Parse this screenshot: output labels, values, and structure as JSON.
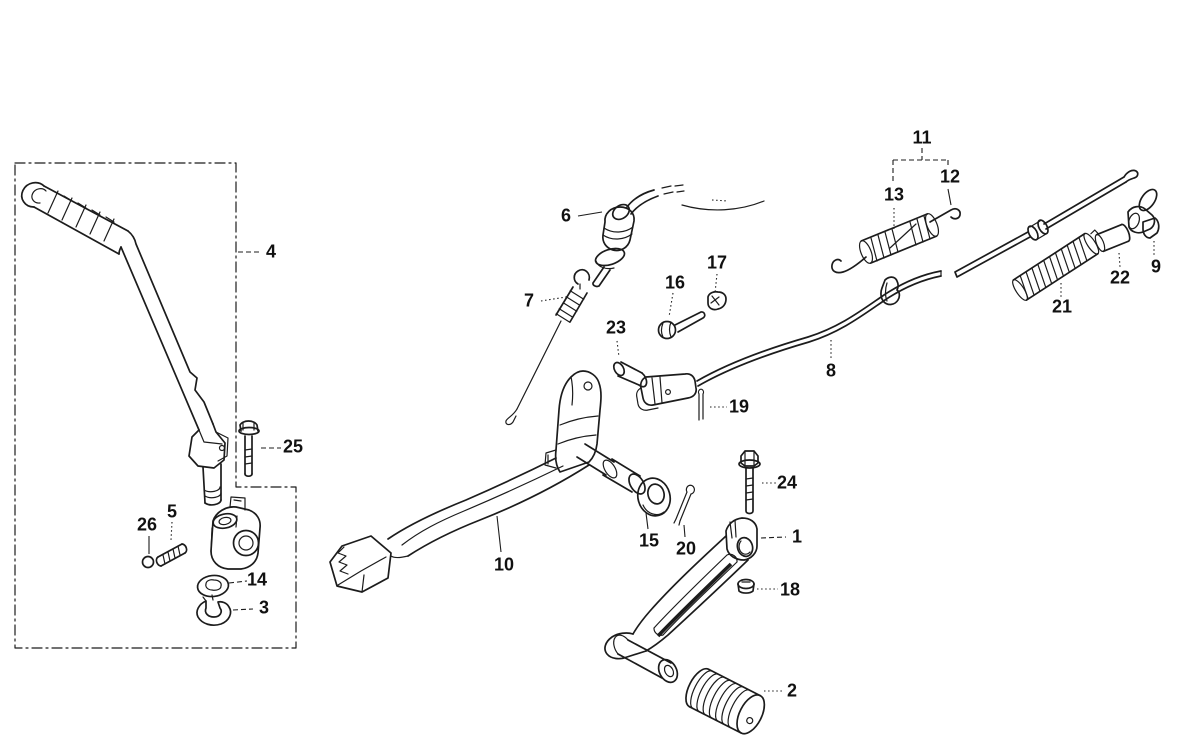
{
  "diagram": {
    "background_color": "#ffffff",
    "line_color": "#1c1c1c",
    "label_color": "#111111",
    "callouts": {
      "c1": {
        "text": "1"
      },
      "c2": {
        "text": "2"
      },
      "c3": {
        "text": "3"
      },
      "c4": {
        "text": "4"
      },
      "c5": {
        "text": "5"
      },
      "c6": {
        "text": "6"
      },
      "c7": {
        "text": "7"
      },
      "c8": {
        "text": "8"
      },
      "c9": {
        "text": "9"
      },
      "c10": {
        "text": "10"
      },
      "c11": {
        "text": "11"
      },
      "c12": {
        "text": "12"
      },
      "c13": {
        "text": "13"
      },
      "c14": {
        "text": "14"
      },
      "c15": {
        "text": "15"
      },
      "c16": {
        "text": "16"
      },
      "c17": {
        "text": "17"
      },
      "c18": {
        "text": "18"
      },
      "c19": {
        "text": "19"
      },
      "c20": {
        "text": "20"
      },
      "c21": {
        "text": "21"
      },
      "c22": {
        "text": "22"
      },
      "c23": {
        "text": "23"
      },
      "c24": {
        "text": "24"
      },
      "c25": {
        "text": "25"
      },
      "c26": {
        "text": "26"
      }
    }
  }
}
